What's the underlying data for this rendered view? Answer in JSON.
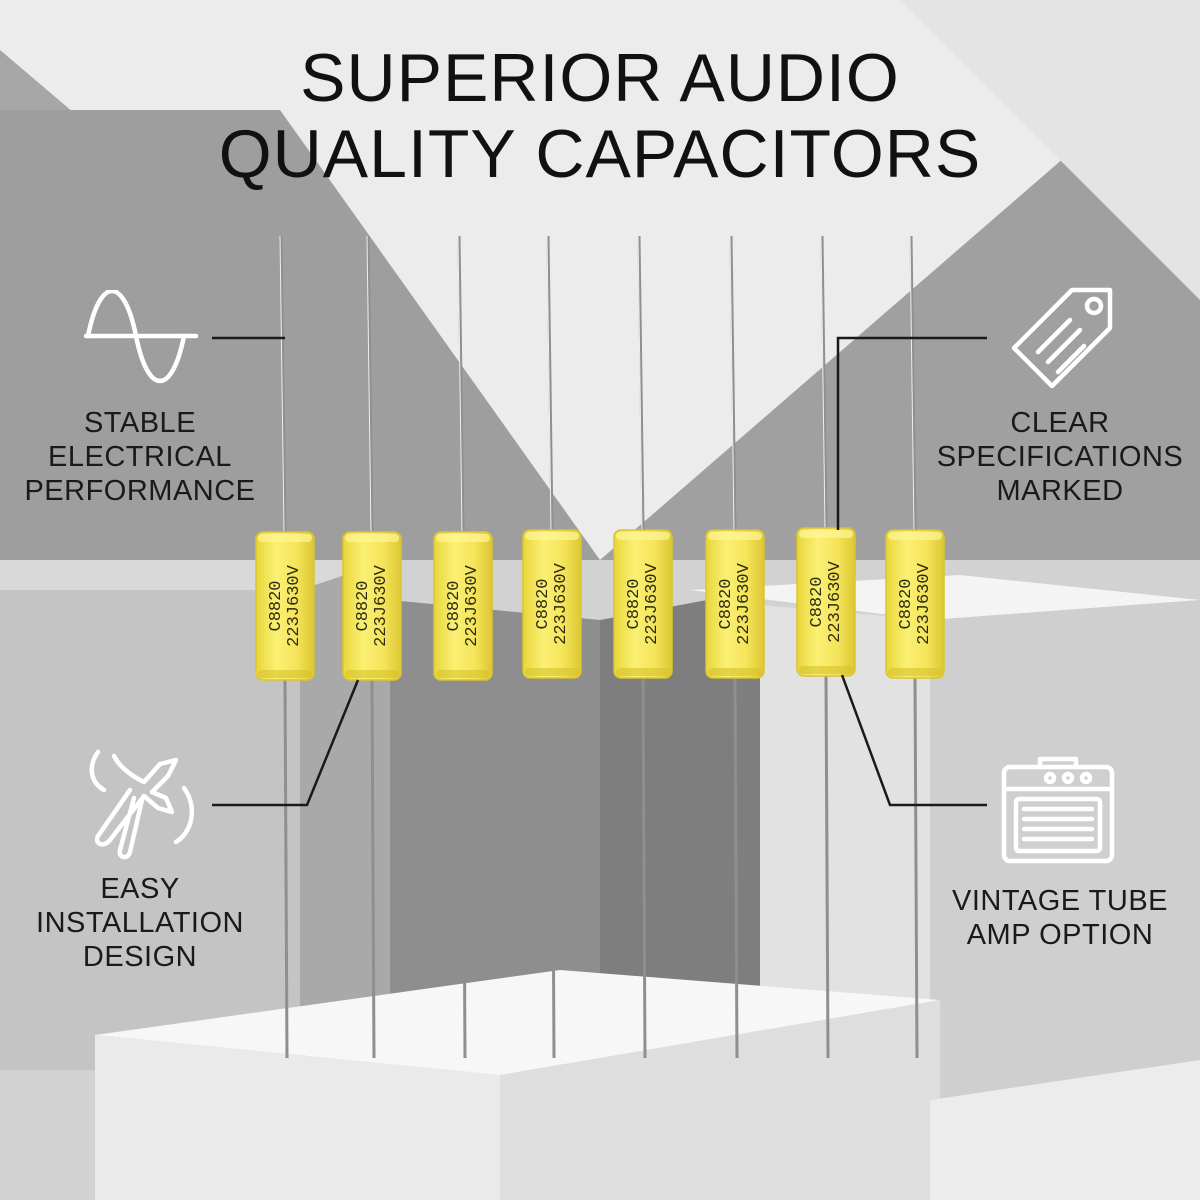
{
  "title": {
    "line1": "SUPERIOR AUDIO",
    "line2": "QUALITY CAPACITORS"
  },
  "features": [
    {
      "icon": "sine-wave-icon",
      "lines": [
        "STABLE",
        "ELECTRICAL",
        "PERFORMANCE"
      ]
    },
    {
      "icon": "price-tag-icon",
      "lines": [
        "CLEAR",
        "SPECIFICATIONS",
        "MARKED"
      ]
    },
    {
      "icon": "pliers-icon",
      "lines": [
        "EASY",
        "INSTALLATION",
        "DESIGN"
      ]
    },
    {
      "icon": "amplifier-icon",
      "lines": [
        "VINTAGE TUBE",
        "AMP OPTION"
      ]
    }
  ],
  "capacitor": {
    "marking_line1": "C8820",
    "marking_line2": "223J630V",
    "count": 8,
    "body_color": "#f6e65a",
    "edge_color": "#d9c62e"
  },
  "colors": {
    "text": "#111111",
    "line": "#1a1a1a"
  }
}
